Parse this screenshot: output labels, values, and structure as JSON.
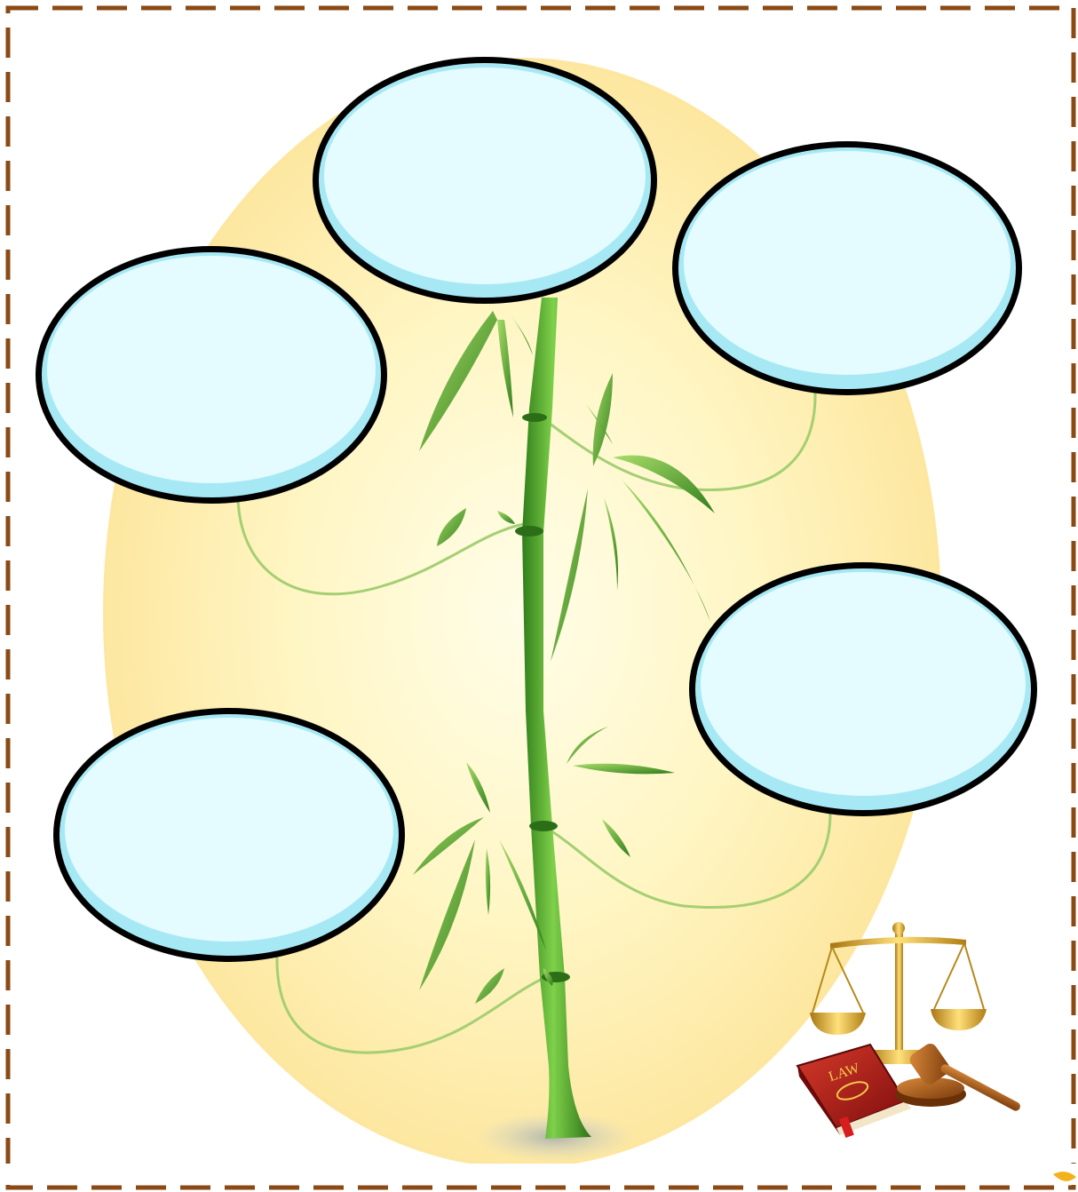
{
  "bubbles": [
    {
      "id": "top",
      "text": ""
    },
    {
      "id": "top-right",
      "text": ""
    },
    {
      "id": "left",
      "text": ""
    },
    {
      "id": "right",
      "text": ""
    },
    {
      "id": "bottom-left",
      "text": ""
    }
  ],
  "illustration": {
    "book_label": "LAW",
    "plant": "bamboo",
    "items": [
      "scales-of-justice",
      "gavel",
      "law-book"
    ]
  },
  "colors": {
    "frame_dash": "#8b4a14",
    "bubble_fill": "#e4fbff",
    "bubble_rim": "#9fe6f4",
    "bubble_stroke": "#000000",
    "background_glow": "#fde89a",
    "bamboo_stem": "#4fa82a",
    "bamboo_leaf": "#5cb032",
    "gold": "#d9a520",
    "book_red": "#b3191c"
  }
}
